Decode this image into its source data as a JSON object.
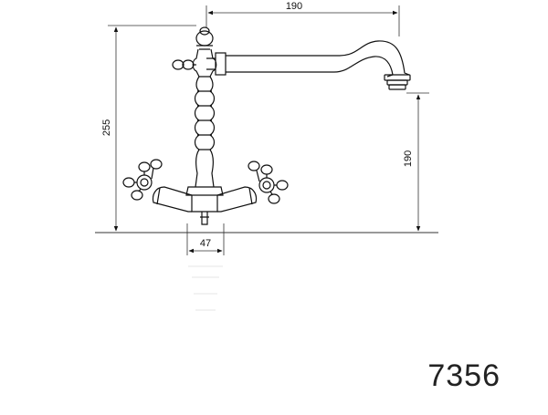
{
  "drawing": {
    "dimensions": {
      "spout_reach": "190",
      "total_height": "255",
      "spout_outlet_height": "190",
      "base_diameter": "47"
    },
    "model_number": "7356"
  }
}
